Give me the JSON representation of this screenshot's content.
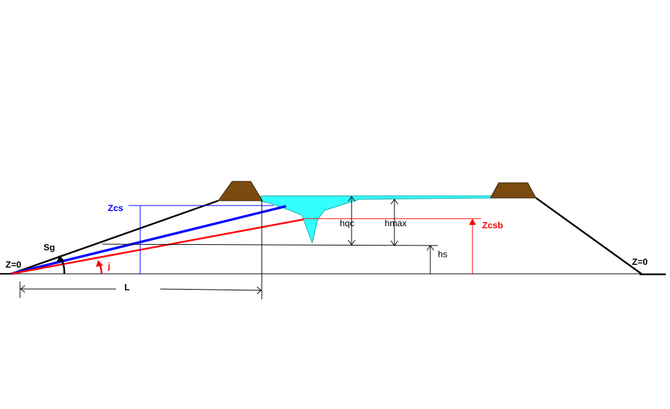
{
  "labels": {
    "z0_left": "Z=0",
    "z0_right": "Z=0",
    "zcs": "Zcs",
    "zcsb": "Zcsb",
    "sg": "Sg",
    "j": "j",
    "l": "L",
    "hqc": "hqc",
    "hmax": "hmax",
    "hs": "hs"
  },
  "colors": {
    "embankment": "#000000",
    "zcs_line": "#0000ff",
    "zcsb_line": "#ff0000",
    "water": "#33ffff",
    "dike": "#7a4a10",
    "thin_line": "#000000"
  }
}
